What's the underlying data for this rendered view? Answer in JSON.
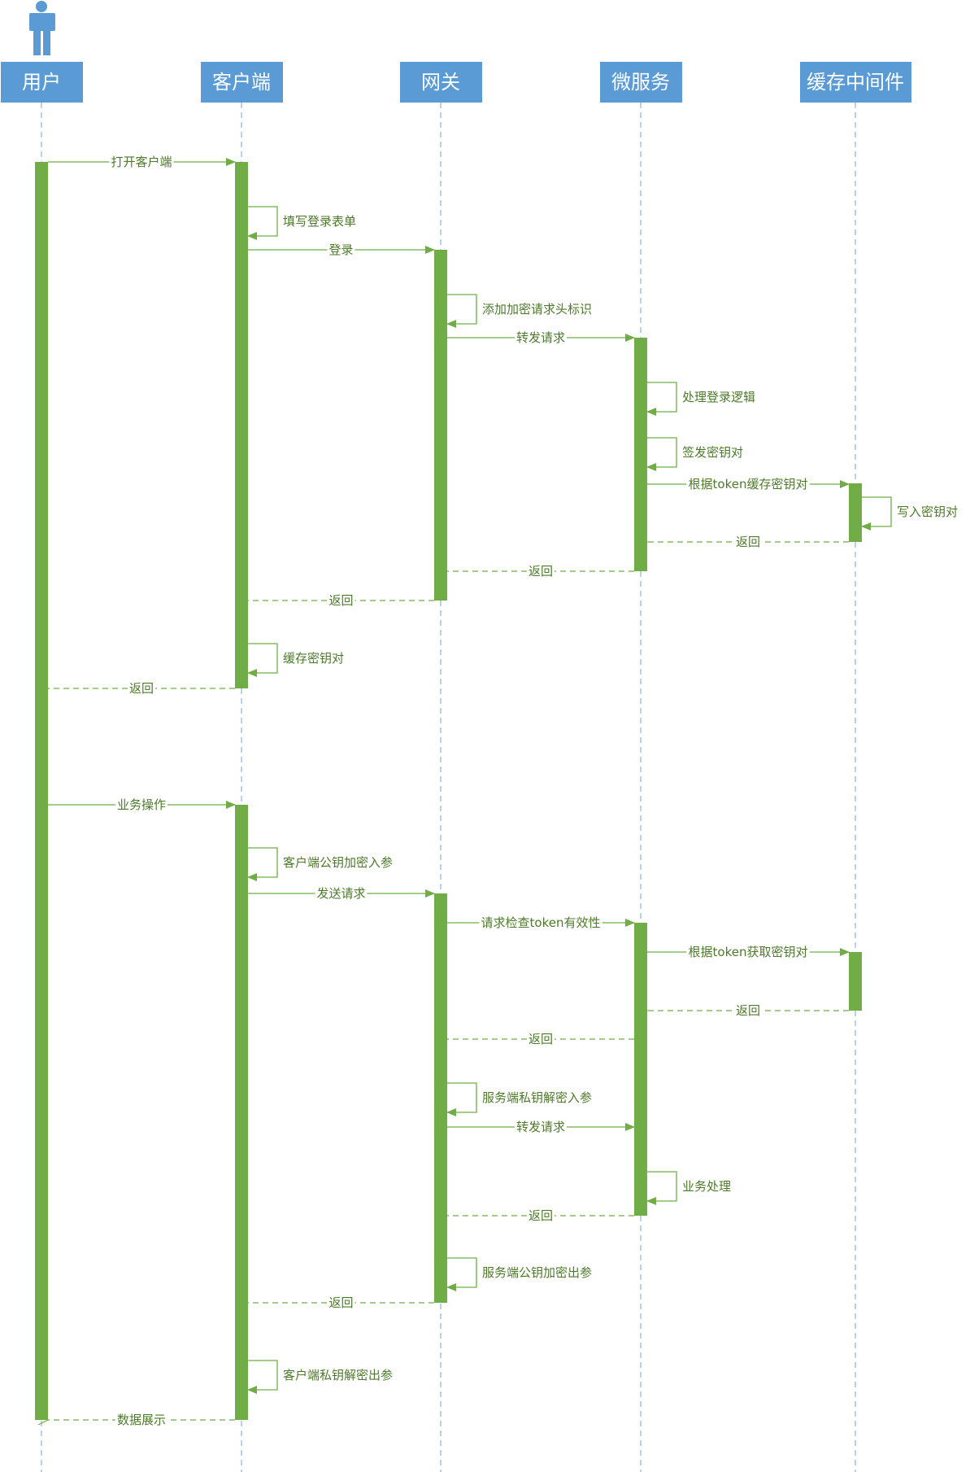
{
  "colors": {
    "header_fill": "#5b9bd5",
    "header_text": "#ffffff",
    "lifeline": "#9dc3e6",
    "activation": "#70ad47",
    "message_line": "#70ad47",
    "message_text": "#4d7a2a"
  },
  "actor": {
    "icon": "person-icon"
  },
  "participants": [
    {
      "id": "user",
      "label": "用户"
    },
    {
      "id": "client",
      "label": "客户端"
    },
    {
      "id": "gateway",
      "label": "网关"
    },
    {
      "id": "service",
      "label": "微服务"
    },
    {
      "id": "cache",
      "label": "缓存中间件"
    }
  ],
  "messages": [
    {
      "from": "user",
      "to": "client",
      "label": "打开客户端",
      "kind": "sync"
    },
    {
      "from": "client",
      "to": "client",
      "label": "填写登录表单",
      "kind": "self"
    },
    {
      "from": "client",
      "to": "gateway",
      "label": "登录",
      "kind": "sync"
    },
    {
      "from": "gateway",
      "to": "gateway",
      "label": "添加加密请求头标识",
      "kind": "self"
    },
    {
      "from": "gateway",
      "to": "service",
      "label": "转发请求",
      "kind": "sync"
    },
    {
      "from": "service",
      "to": "service",
      "label": "处理登录逻辑",
      "kind": "self"
    },
    {
      "from": "service",
      "to": "service",
      "label": "签发密钥对",
      "kind": "self"
    },
    {
      "from": "service",
      "to": "cache",
      "label": "根据token缓存密钥对",
      "kind": "sync"
    },
    {
      "from": "cache",
      "to": "cache",
      "label": "写入密钥对",
      "kind": "self"
    },
    {
      "from": "cache",
      "to": "service",
      "label": "返回",
      "kind": "return"
    },
    {
      "from": "service",
      "to": "gateway",
      "label": "返回",
      "kind": "return"
    },
    {
      "from": "gateway",
      "to": "client",
      "label": "返回",
      "kind": "return"
    },
    {
      "from": "client",
      "to": "client",
      "label": "缓存密钥对",
      "kind": "self"
    },
    {
      "from": "client",
      "to": "user",
      "label": "返回",
      "kind": "return"
    },
    {
      "from": "user",
      "to": "client",
      "label": "业务操作",
      "kind": "sync"
    },
    {
      "from": "client",
      "to": "client",
      "label": "客户端公钥加密入参",
      "kind": "self"
    },
    {
      "from": "client",
      "to": "gateway",
      "label": "发送请求",
      "kind": "sync"
    },
    {
      "from": "gateway",
      "to": "service",
      "label": "请求检查token有效性",
      "kind": "sync"
    },
    {
      "from": "service",
      "to": "cache",
      "label": "根据token获取密钥对",
      "kind": "sync"
    },
    {
      "from": "cache",
      "to": "service",
      "label": "返回",
      "kind": "return"
    },
    {
      "from": "service",
      "to": "gateway",
      "label": "返回",
      "kind": "return"
    },
    {
      "from": "gateway",
      "to": "gateway",
      "label": "服务端私钥解密入参",
      "kind": "self"
    },
    {
      "from": "gateway",
      "to": "service",
      "label": "转发请求",
      "kind": "sync"
    },
    {
      "from": "service",
      "to": "service",
      "label": "业务处理",
      "kind": "self"
    },
    {
      "from": "service",
      "to": "gateway",
      "label": "返回",
      "kind": "return"
    },
    {
      "from": "gateway",
      "to": "gateway",
      "label": "服务端公钥加密出参",
      "kind": "self"
    },
    {
      "from": "gateway",
      "to": "client",
      "label": "返回",
      "kind": "return"
    },
    {
      "from": "client",
      "to": "client",
      "label": "客户端私钥解密出参",
      "kind": "self"
    },
    {
      "from": "client",
      "to": "user",
      "label": "数据展示",
      "kind": "return"
    }
  ]
}
